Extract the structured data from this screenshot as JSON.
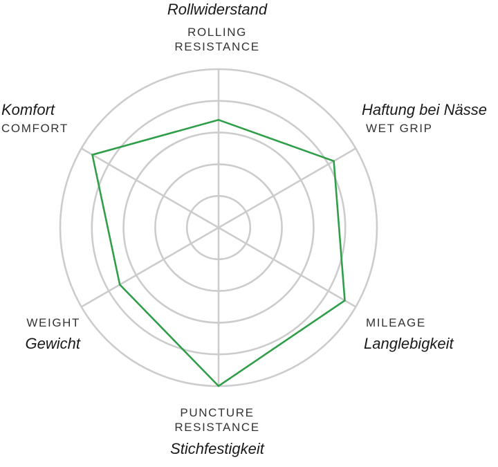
{
  "chart_data": {
    "type": "radar",
    "rings": 5,
    "max": 5,
    "axes": [
      {
        "en": "ROLLING\nRESISTANCE",
        "de": "Rollwiderstand",
        "value": 3.4
      },
      {
        "en": "WET GRIP",
        "de": "Haftung bei Nässe",
        "value": 4.2
      },
      {
        "en": "MILEAGE",
        "de": "Langlebigkeit",
        "value": 4.6
      },
      {
        "en": "PUNCTURE\nRESISTANCE",
        "de": "Stichfestigkeit",
        "value": 5.0
      },
      {
        "en": "WEIGHT",
        "de": "Gewicht",
        "value": 3.6
      },
      {
        "en": "COMFORT",
        "de": "Komfort",
        "value": 4.6
      }
    ],
    "colors": {
      "series": "#2e9e48",
      "grid": "#cccccc"
    }
  }
}
